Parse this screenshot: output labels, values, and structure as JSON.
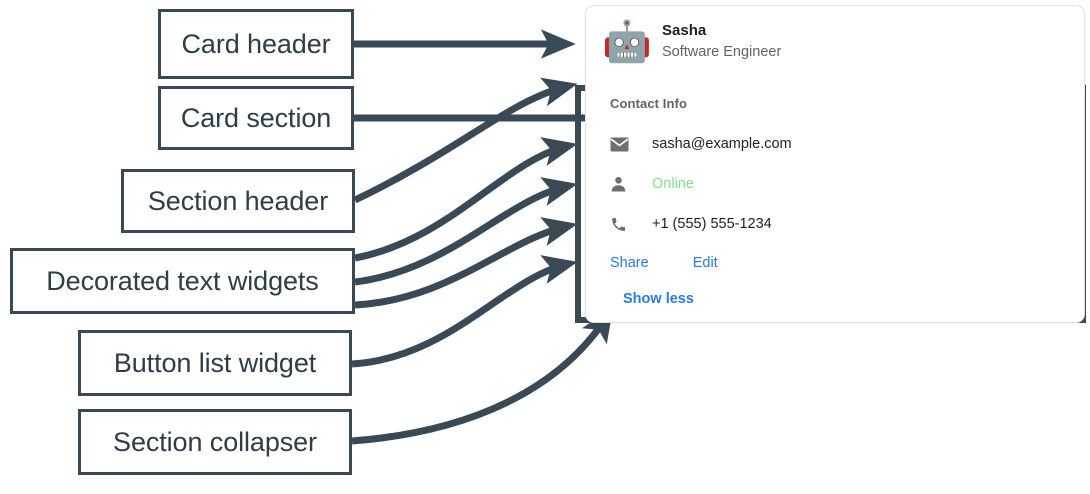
{
  "annotations": {
    "card_header": "Card header",
    "card_section": "Card section",
    "section_header": "Section header",
    "decorated_text_widgets": "Decorated text widgets",
    "button_list_widget": "Button list widget",
    "section_collapser": "Section collapser"
  },
  "card": {
    "header": {
      "avatar_icon": "robot-face-icon",
      "avatar_glyph": "🤖",
      "title": "Sasha",
      "subtitle": "Software Engineer"
    },
    "section": {
      "header": "Contact Info",
      "text_widgets": [
        {
          "icon": "email-icon",
          "text": "sasha@example.com",
          "color": "#202124"
        },
        {
          "icon": "person-icon",
          "text": "Online",
          "color": "#81e08a"
        },
        {
          "icon": "phone-icon",
          "text": "+1 (555) 555-1234",
          "color": "#202124"
        }
      ],
      "buttons": [
        {
          "label": "Share"
        },
        {
          "label": "Edit"
        }
      ],
      "collapser": {
        "label": "Show less"
      }
    }
  },
  "colors": {
    "annotation_stroke": "#394a56",
    "annotation_text": "#2e3d48",
    "link": "#2a7ae4",
    "muted_text": "#5f6368",
    "primary_text": "#202124",
    "online_green": "#81e08a",
    "card_border": "#e3e3e3"
  }
}
